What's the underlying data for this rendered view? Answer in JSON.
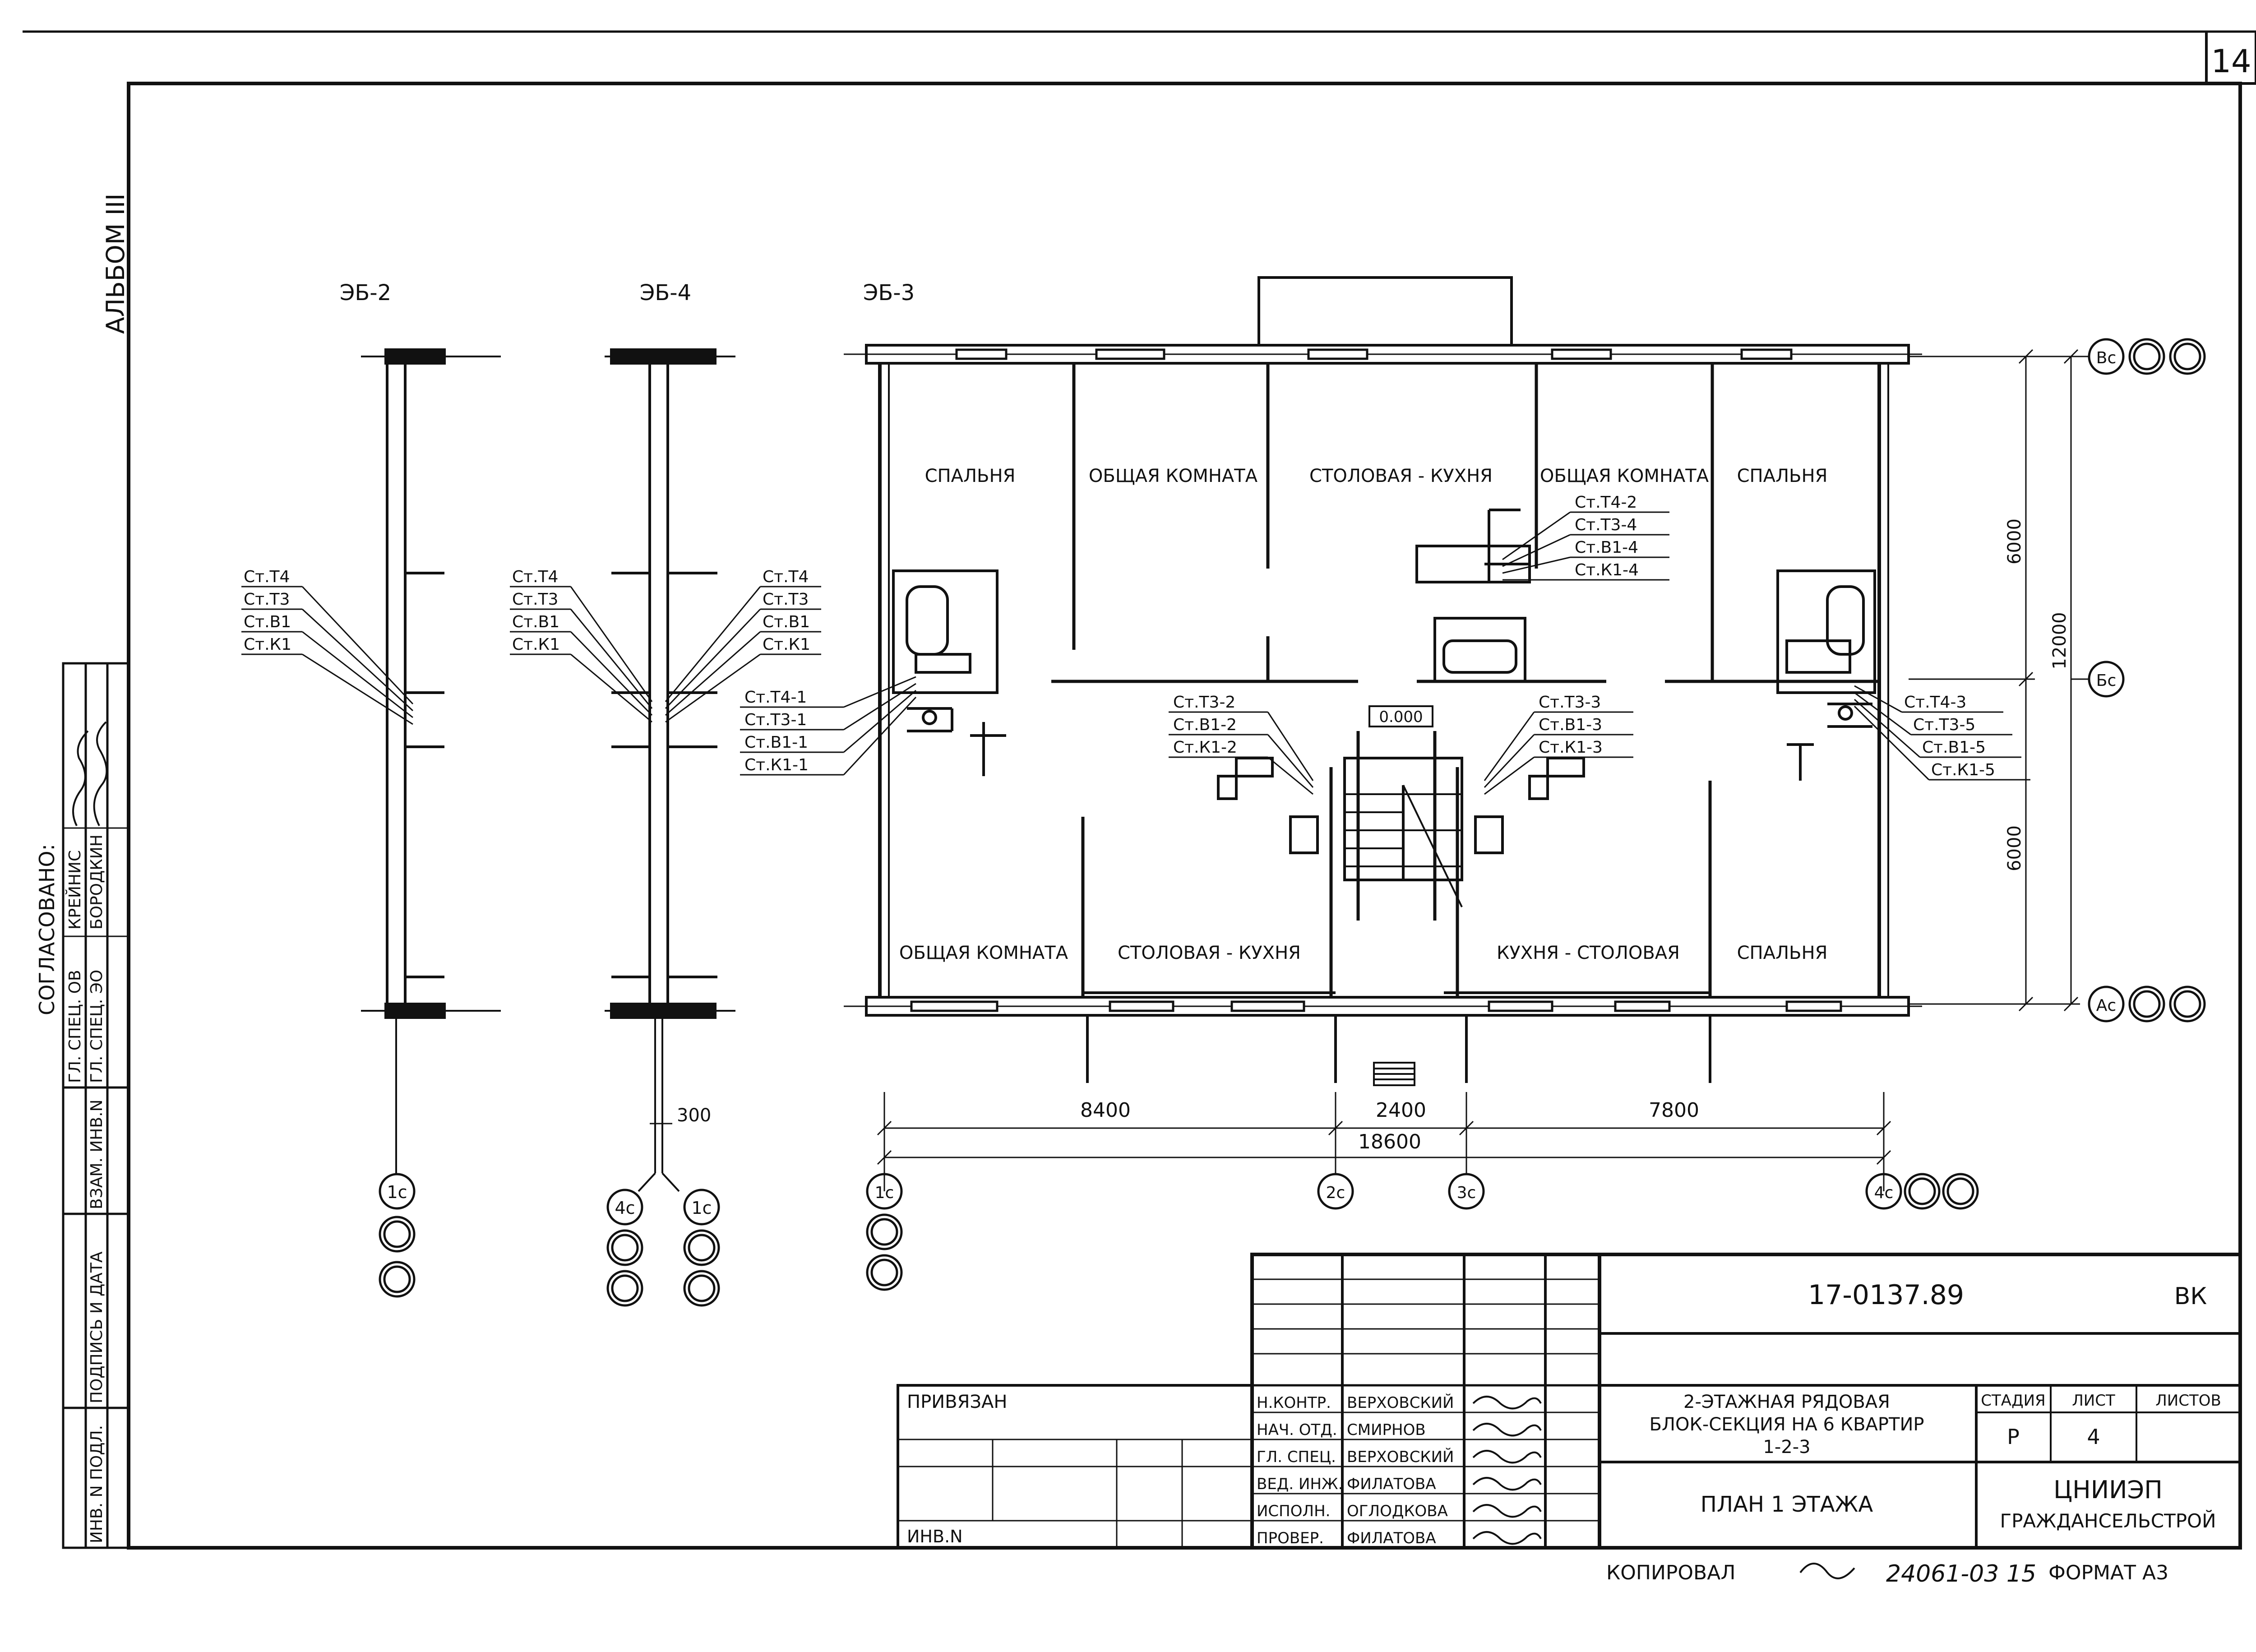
{
  "sheet_number": "14",
  "album_label": "АЛЬБОМ III",
  "sections": [
    {
      "title": "ЭБ-2",
      "risers": [
        "Ст.Т4",
        "Ст.Т3",
        "Ст.В1",
        "Ст.К1"
      ],
      "axes": [
        "1с"
      ]
    },
    {
      "title": "ЭБ-4",
      "risers_left": [
        "Ст.Т4",
        "Ст.Т3",
        "Ст.В1",
        "Ст.К1"
      ],
      "risers_right": [
        "Ст.Т4",
        "Ст.Т3",
        "Ст.В1",
        "Ст.К1"
      ],
      "axes": [
        "4с",
        "1с"
      ],
      "dimension": "300"
    },
    {
      "title": "ЭБ-3"
    }
  ],
  "rooms": {
    "top_bedroom_left": "СПАЛЬНЯ",
    "top_common_left": "ОБЩАЯ КОМНАТА",
    "top_dining_kitchen": "СТОЛОВАЯ - КУХНЯ",
    "top_common_right": "ОБЩАЯ КОМНАТА",
    "top_bedroom_right": "СПАЛЬНЯ",
    "bottom_common_left": "ОБЩАЯ КОМНАТА",
    "bottom_dining_kitchen": "СТОЛОВАЯ - КУХНЯ",
    "bottom_kitchen_dining": "КУХНЯ - СТОЛОВАЯ",
    "bottom_bedroom_right": "СПАЛЬНЯ"
  },
  "level_mark": "0.000",
  "riser_groups": {
    "g1": [
      "Ст.Т4-1",
      "Ст.Т3-1",
      "Ст.В1-1",
      "Ст.К1-1"
    ],
    "g2": [
      "Ст.Т3-2",
      "Ст.В1-2",
      "Ст.К1-2"
    ],
    "g3": [
      "Ст.Т3-3",
      "Ст.В1-3",
      "Ст.К1-3"
    ],
    "g4": [
      "Ст.Т4-2",
      "Ст.Т3-4",
      "Ст.В1-4",
      "Ст.К1-4"
    ],
    "g5": [
      "Ст.Т4-3",
      "Ст.Т3-5",
      "Ст.В1-5",
      "Ст.К1-5"
    ]
  },
  "dimensions": {
    "d8400": "8400",
    "d2400": "2400",
    "d7800": "7800",
    "d18600": "18600",
    "v6000a": "6000",
    "v12000": "12000",
    "v6000b": "6000"
  },
  "axes": {
    "vc": "Вс",
    "bc": "Бс",
    "ac": "Ас",
    "c1": "1с",
    "c2": "2с",
    "c3": "3с",
    "c4": "4с"
  },
  "stamp_left": {
    "title": "СОГЛАСОВАНО:",
    "rows": [
      {
        "role": "ГЛ. СПЕЦ. ОВ",
        "name": "КРЕЙНИС"
      },
      {
        "role": "ГЛ. СПЕЦ. ЭО",
        "name": "БОРОДКИН"
      }
    ],
    "fields": [
      "ВЗАМ. ИНВ.N",
      "ПОДПИСЬ И ДАТА",
      "ИНВ. N ПОДЛ."
    ]
  },
  "title_block": {
    "doc_code": "17-0137.89",
    "mark": "ВК",
    "bound_label": "ПРИВЯЗАН",
    "inv_label": "ИНВ.N",
    "staff": [
      {
        "role": "Н.КОНТР.",
        "name": "ВЕРХОВСКИЙ"
      },
      {
        "role": "НАЧ. ОТД.",
        "name": "СМИРНОВ"
      },
      {
        "role": "ГЛ. СПЕЦ.",
        "name": "ВЕРХОВСКИЙ"
      },
      {
        "role": "ВЕД. ИНЖ.",
        "name": "ФИЛАТОВА"
      },
      {
        "role": "ИСПОЛН.",
        "name": "ОГЛОДКОВА"
      },
      {
        "role": "ПРОВЕР.",
        "name": "ФИЛАТОВА"
      }
    ],
    "project_title_1": "2-ЭТАЖНАЯ РЯДОВАЯ",
    "project_title_2": "БЛОК-СЕКЦИЯ НА 6 КВАРТИР",
    "project_title_3": "1-2-3",
    "sheet_title": "ПЛАН 1 ЭТАЖА",
    "stage_label": "СТАДИЯ",
    "stage_value": "Р",
    "sheet_label": "ЛИСТ",
    "sheet_value": "4",
    "sheets_label": "ЛИСТОВ",
    "sheets_value": "",
    "org_1": "ЦНИИЭП",
    "org_2": "ГРАЖДАНСЕЛЬСТРОЙ"
  },
  "footer": {
    "copied_label": "КОПИРОВАЛ",
    "order": "24061-03 15",
    "format_label": "ФОРМАТ А3"
  }
}
